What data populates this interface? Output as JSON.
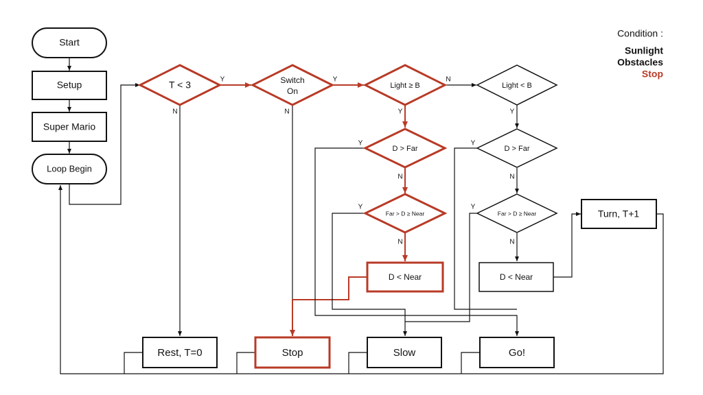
{
  "colors": {
    "black": "#111111",
    "red": "#b83a26",
    "white": "#ffffff"
  },
  "legend": {
    "title": "Condition :",
    "items": [
      {
        "label": "Sunlight",
        "color": "#111111"
      },
      {
        "label": "Obstacles",
        "color": "#111111"
      },
      {
        "label": "Stop",
        "color": "#b83a26"
      }
    ]
  },
  "nodes": {
    "start": {
      "label": "Start",
      "shape": "terminal"
    },
    "setup": {
      "label": "Setup",
      "shape": "process"
    },
    "super_mario": {
      "label": "Super Mario",
      "shape": "process"
    },
    "loop_begin": {
      "label": "Loop Begin",
      "shape": "terminal"
    },
    "t_lt_3": {
      "label": "T < 3",
      "shape": "decision"
    },
    "switch_on": {
      "label_line1": "Switch",
      "label_line2": "On",
      "shape": "decision"
    },
    "light_ge_b": {
      "label": "Light ≥ B",
      "shape": "decision"
    },
    "light_lt_b": {
      "label": "Light < B",
      "shape": "decision"
    },
    "d_gt_far_left": {
      "label": "D > Far",
      "shape": "decision"
    },
    "far_d_near_left": {
      "label": "Far > D ≥ Near",
      "shape": "decision"
    },
    "d_lt_near_left": {
      "label": "D < Near",
      "shape": "process"
    },
    "d_gt_far_right": {
      "label": "D > Far",
      "shape": "decision"
    },
    "far_d_near_right": {
      "label": "Far > D ≥ Near",
      "shape": "decision"
    },
    "d_lt_near_right": {
      "label": "D < Near",
      "shape": "process"
    },
    "turn": {
      "label": "Turn, T+1",
      "shape": "process"
    },
    "rest": {
      "label": "Rest, T=0",
      "shape": "process"
    },
    "stop": {
      "label": "Stop",
      "shape": "process"
    },
    "slow": {
      "label": "Slow",
      "shape": "process"
    },
    "go": {
      "label": "Go!",
      "shape": "process"
    }
  },
  "edge_labels": {
    "yes": "Y",
    "no": "N"
  }
}
